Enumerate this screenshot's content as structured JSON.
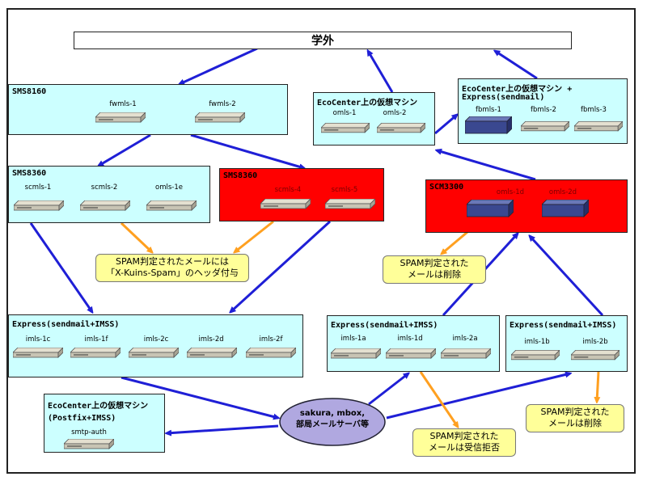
{
  "outside": {
    "label": "学外"
  },
  "boxes": {
    "sms8160": {
      "title": "SMS8160",
      "servers": [
        "fwmls-1",
        "fwmls-2"
      ]
    },
    "vm_eco1": {
      "title": "EcoCenter上の仮想マシン",
      "servers": [
        "omls-1",
        "omls-2"
      ]
    },
    "vm_eco_express": {
      "title": "EcoCenter上の仮想マシン +",
      "title2": "Express(sendmail)",
      "servers": [
        "fbmls-1",
        "fbmls-2",
        "fbmls-3"
      ]
    },
    "sms8360a": {
      "title": "SMS8360",
      "servers": [
        "scmls-1",
        "scmls-2",
        "omls-1e"
      ]
    },
    "sms8360b": {
      "title": "SMS8360",
      "servers": [
        "scmls-4",
        "scmls-5"
      ]
    },
    "scm3300": {
      "title": "SCM3300",
      "servers": [
        "omls-1d",
        "omls-2d"
      ]
    },
    "express_left": {
      "title": "Express(sendmail+IMSS)",
      "servers": [
        "imls-1c",
        "imls-1f",
        "imls-2c",
        "imls-2d",
        "imls-2f"
      ]
    },
    "express_mid": {
      "title": "Express(sendmail+IMSS)",
      "servers": [
        "imls-1a",
        "imls-1d",
        "imls-2a"
      ]
    },
    "express_right": {
      "title": "Express(sendmail+IMSS)",
      "servers": [
        "imls-1b",
        "imls-2b"
      ]
    },
    "vm_postfix": {
      "title": "EcoCenter上の仮想マシン",
      "title2": "(Postfix+IMSS)",
      "servers": [
        "smtp-auth"
      ]
    }
  },
  "notes": {
    "spam_header": [
      "SPAM判定されたメールには",
      "「X-Kuins-Spam」のヘッダ付与"
    ],
    "spam_delete1": [
      "SPAM判定された",
      "メールは削除"
    ],
    "spam_reject": [
      "SPAM判定された",
      "メールは受信拒否"
    ],
    "spam_delete2": [
      "SPAM判定された",
      "メールは削除"
    ]
  },
  "mailservers": {
    "line1": "sakura, mbox,",
    "line2": "部局メールサーバ等"
  },
  "colors": {
    "cyan": "#ccffff",
    "red": "#ff0000",
    "arrow_blue": "#1f1fd6",
    "arrow_orange": "#ffa020",
    "note_yellow": "#ffff99",
    "ellipse": "#b0a8e0"
  },
  "icons": {
    "server": "rack-server-icon",
    "big_server": "blue-appliance-icon"
  }
}
